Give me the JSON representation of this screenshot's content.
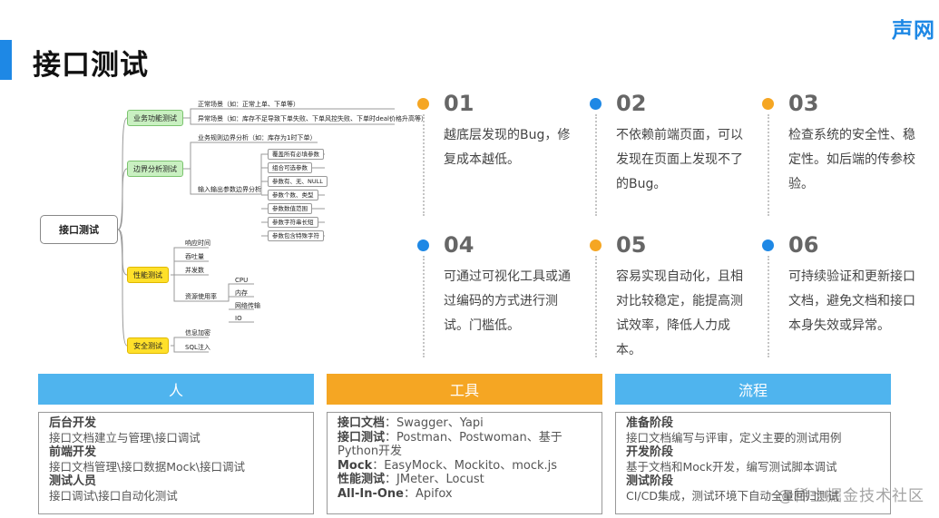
{
  "page_title": "接口测试",
  "logo": "声网",
  "watermark": "@稀土掘金技术社区",
  "mindmap": {
    "root": "接口测试",
    "business": {
      "label": "业务功能测试",
      "items": [
        "正常场景（如：正常上单、下单等）",
        "异常场景（如：库存不足导致下单失败、下单风控失败、下单时deal价格升高等）"
      ]
    },
    "boundary": {
      "label": "边界分析测试",
      "rule": "业务规则边界分析（如：库存为1时下单）",
      "io_label": "输入输出参数边界分析",
      "io_items": [
        "覆盖所有必填参数",
        "组合可选参数",
        "参数有、无、NULL",
        "参数个数、类型",
        "参数数值范围",
        "参数字符串长短",
        "参数包含特殊字符"
      ]
    },
    "performance": {
      "label": "性能测试",
      "items": [
        "响应时间",
        "吞吐量",
        "并发数"
      ],
      "resource_label": "资源使用率",
      "resource_items": [
        "CPU",
        "内存",
        "网络传输",
        "IO"
      ]
    },
    "security": {
      "label": "安全测试",
      "items": [
        "信息加密",
        "SQL注入"
      ]
    }
  },
  "features": [
    {
      "num": "01",
      "text": "越底层发现的Bug，修复成本越低。",
      "color": "#f5a623"
    },
    {
      "num": "02",
      "text": "不依赖前端页面，可以发现在页面上发现不了的Bug。",
      "color": "#1e88e5"
    },
    {
      "num": "03",
      "text": "检查系统的安全性、稳定性。如后端的传参校验。",
      "color": "#f5a623"
    },
    {
      "num": "04",
      "text": "可通过可视化工具或通过编码的方式进行测试。门槛低。",
      "color": "#1e88e5"
    },
    {
      "num": "05",
      "text": "容易实现自动化，且相对比较稳定，能提高测试效率，降低人力成本。",
      "color": "#f5a623"
    },
    {
      "num": "06",
      "text": "可持续验证和更新接口文档，避免文档和接口本身失效或异常。",
      "color": "#1e88e5"
    }
  ],
  "panels": {
    "people": {
      "header": "人",
      "groups": [
        {
          "title": "后台开发",
          "detail": "接口文档建立与管理\\接口调试"
        },
        {
          "title": "前端开发",
          "detail": "接口文档管理\\接口数据Mock\\接口调试"
        },
        {
          "title": "测试人员",
          "detail": "接口调试\\接口自动化测试"
        }
      ]
    },
    "tools": {
      "header": "工具",
      "lines": [
        {
          "k": "接口文档",
          "v": "：Swagger、Yapi"
        },
        {
          "k": "接口测试",
          "v": "：Postman、Postwoman、基于Python开发"
        },
        {
          "k": "Mock",
          "v": "：EasyMock、Mockito、mock.js"
        },
        {
          "k": "性能测试",
          "v": "：JMeter、Locust"
        },
        {
          "k": "All-In-One",
          "v": "：Apifox"
        }
      ]
    },
    "process": {
      "header": "流程",
      "groups": [
        {
          "title": "准备阶段",
          "detail": "接口文档编写与评审，定义主要的测试用例"
        },
        {
          "title": "开发阶段",
          "detail": "基于文档和Mock开发，编写测试脚本调试"
        },
        {
          "title": "测试阶段",
          "detail": "CI/CD集成，测试环境下自动全量回归测试"
        }
      ]
    }
  }
}
